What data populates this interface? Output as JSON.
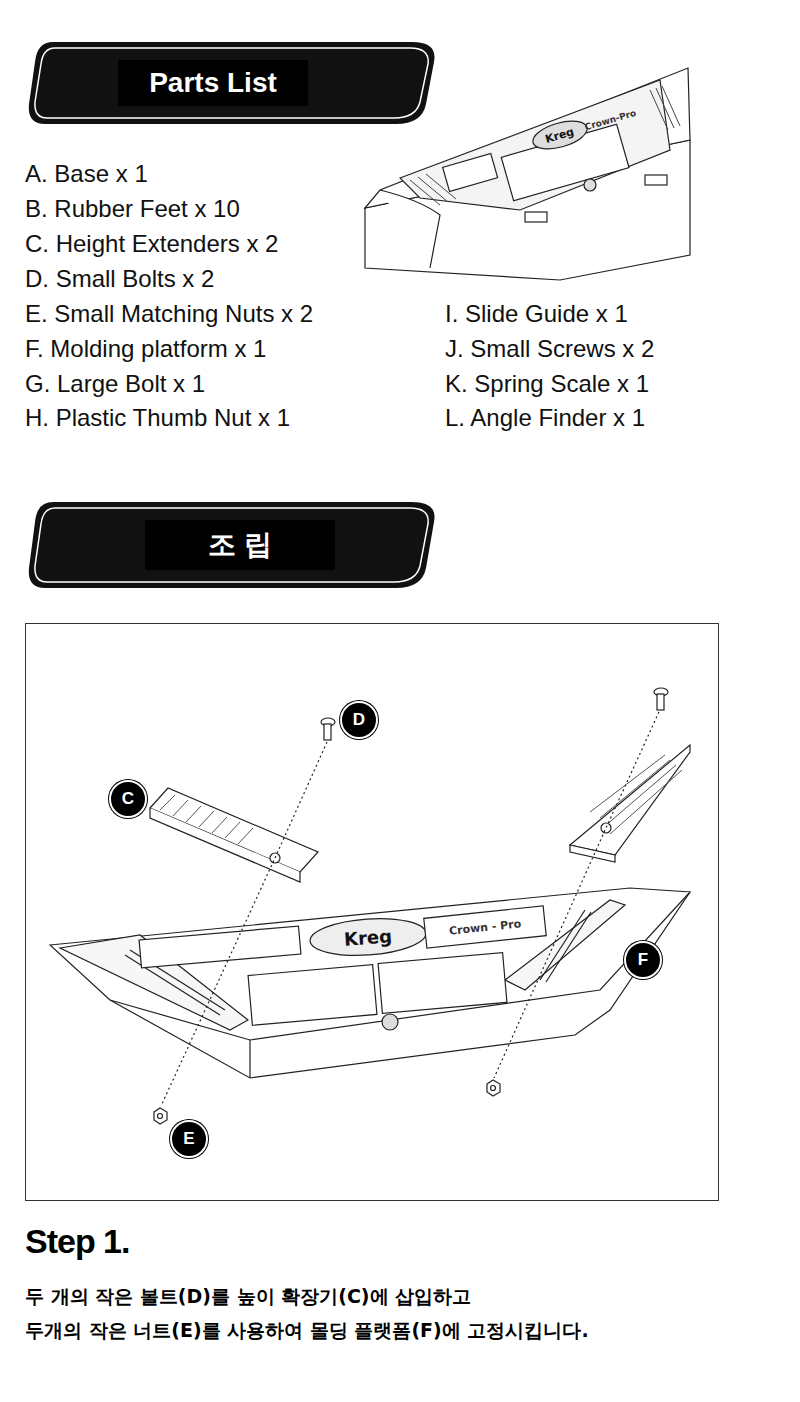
{
  "diagram": {
    "nodes": [
      {
        "text": [
          "Parts List"
        ]
      },
      {
        "text": [
          "조 립"
        ]
      }
    ],
    "labels": [
      "A. Base x 1",
      "B. Rubber Feet x 10",
      "C. Height Extenders x 2",
      "D. Small Bolts x 2",
      "E. Small Matching Nuts x 2",
      "F.  Molding platform x 1",
      "G. Large Bolt x 1",
      "H. Plastic Thumb Nut x 1",
      "I.  Slide Guide x 1",
      "J.  Small Screws x 2",
      "K.  Spring Scale x 1",
      "L.  Angle Finder x 1",
      "Kreg",
      "Crown-Pro",
      "D",
      "C",
      "Kreg",
      "Crown - Pro",
      "F",
      "E",
      "Step 1.",
      "두 개의 작은 볼트(D)를 높이 확장기(C)에 삽입하고",
      "두개의 작은 너트(E)를 사용하여 몰딩 플랫폼(F)에 고정시킵니다."
    ]
  }
}
